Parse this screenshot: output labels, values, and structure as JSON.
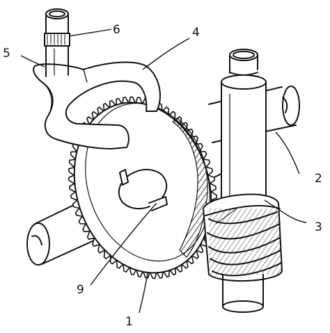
{
  "figure": {
    "description_labels": [
      {
        "id": "label-1",
        "text": "1"
      },
      {
        "id": "label-2",
        "text": "2"
      },
      {
        "id": "label-3",
        "text": "3"
      },
      {
        "id": "label-4",
        "text": "4"
      },
      {
        "id": "label-5",
        "text": "5"
      },
      {
        "id": "label-6",
        "text": "6"
      },
      {
        "id": "label-9",
        "text": "9"
      }
    ]
  },
  "colors": {
    "ink": "#111111",
    "paper": "#ffffff"
  }
}
